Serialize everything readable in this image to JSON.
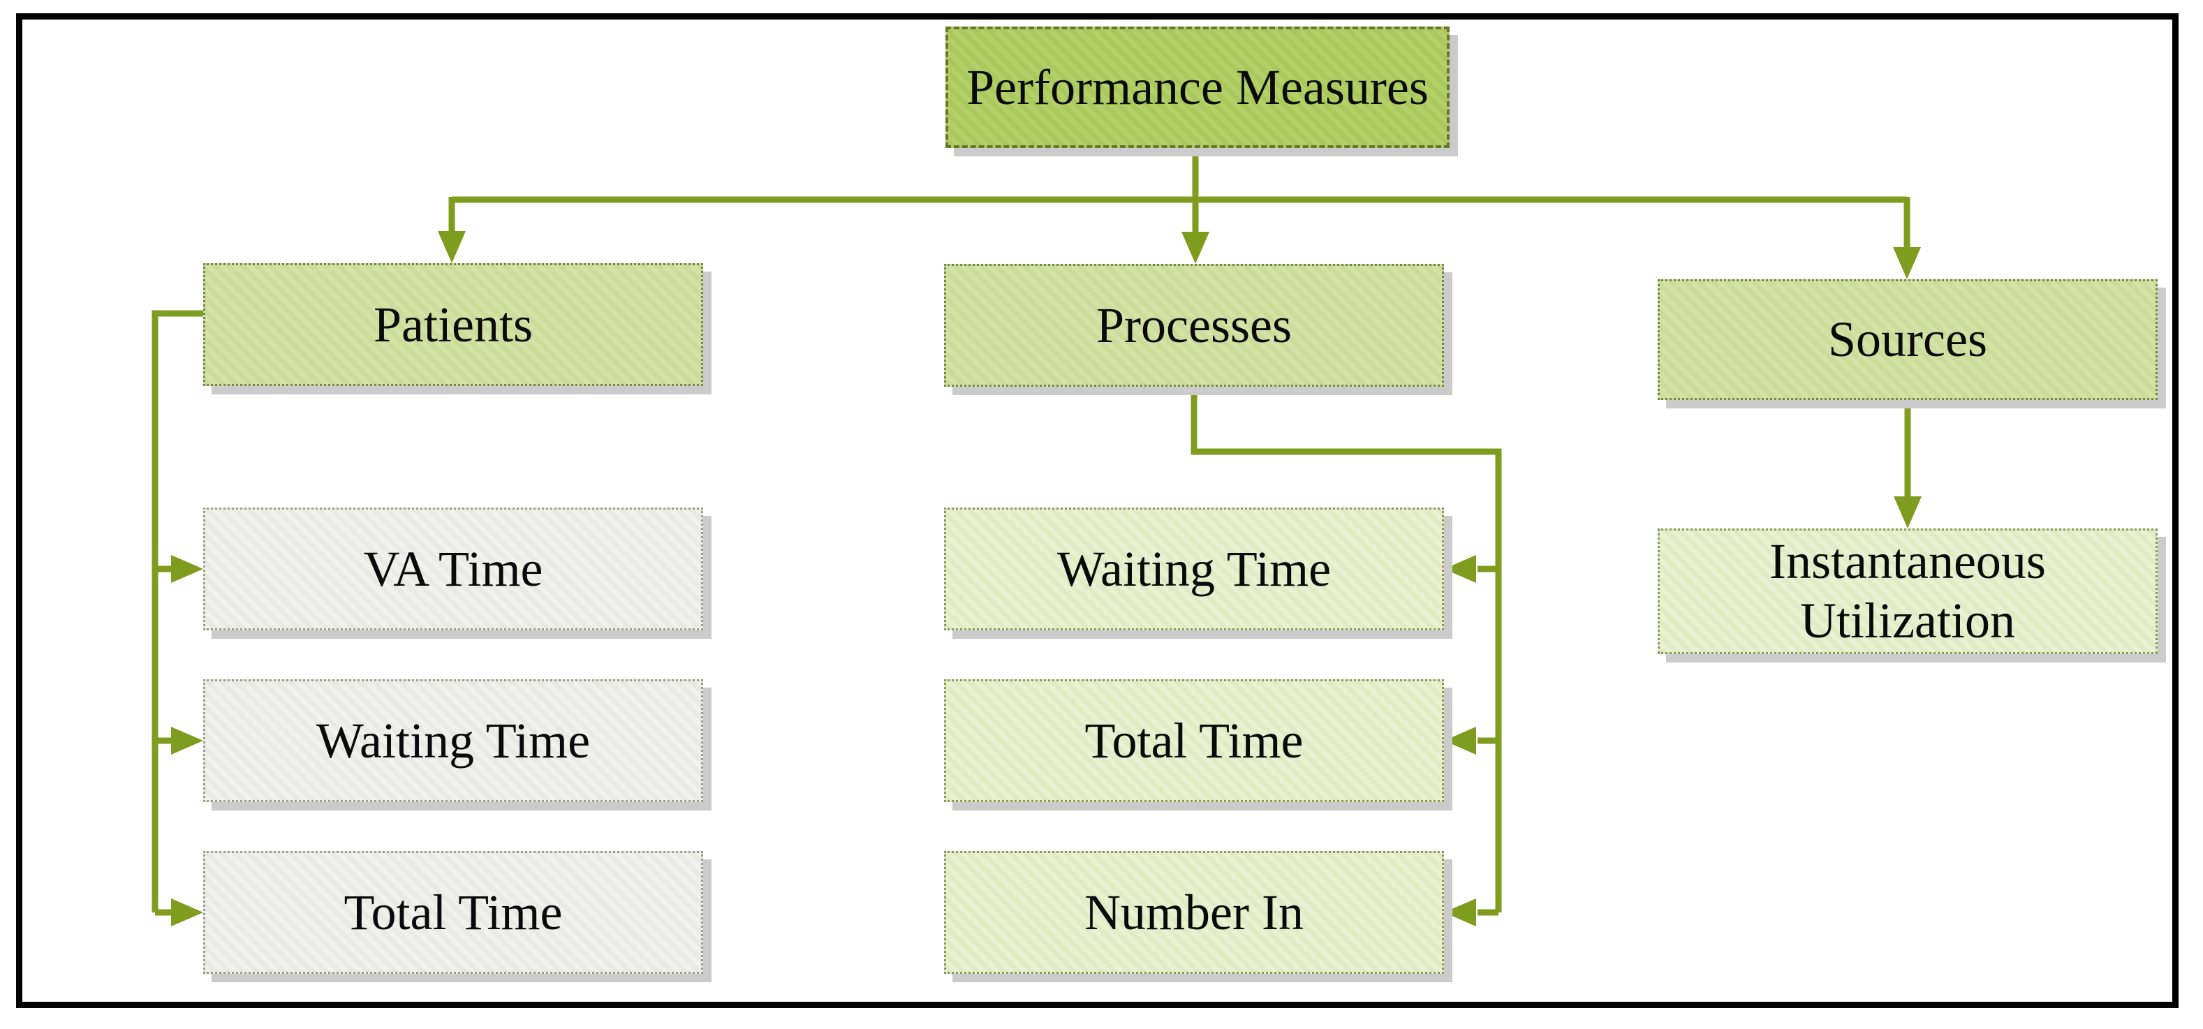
{
  "tree": {
    "root": {
      "label": "Performance Measures"
    },
    "branches": [
      {
        "label": "Patients",
        "children": [
          {
            "label": "VA Time"
          },
          {
            "label": "Waiting Time"
          },
          {
            "label": "Total Time"
          }
        ]
      },
      {
        "label": "Processes",
        "children": [
          {
            "label": "Waiting Time"
          },
          {
            "label": "Total Time"
          },
          {
            "label": "Number In"
          }
        ]
      },
      {
        "label": "Sources",
        "children": [
          {
            "label": "Instantaneous Utilization"
          }
        ]
      }
    ],
    "colors": {
      "connector": "#7e9c1e",
      "root_fill": "#a9c95c",
      "branch_fill": "#ccdc9b",
      "leaf_green_fill": "#e3ebc6",
      "leaf_gray_fill": "#f0f0ed",
      "shadow": "#cbcbcb",
      "frame": "#000000",
      "text": "#0a0a0a"
    }
  }
}
